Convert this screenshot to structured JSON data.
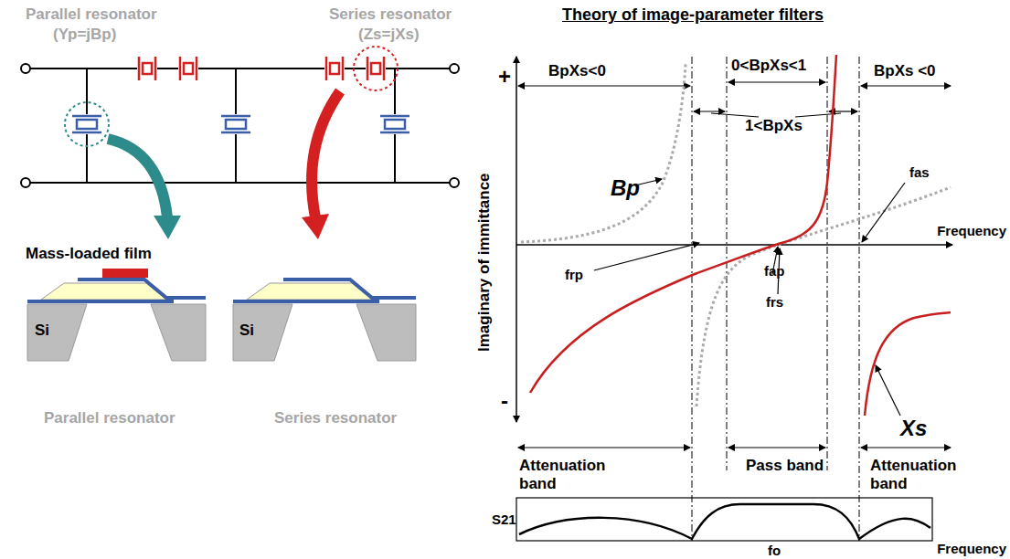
{
  "diagram": {
    "title": "Theory of image-parameter filters",
    "labels": [
      "Parallel resonator",
      "(Yp=jBp)",
      "Series resonator",
      "(Zs=jXs)",
      "Mass-loaded film",
      "Si",
      "Si",
      "Parallel resonator",
      "Series resonator",
      "+",
      "Imaginary of immittance",
      "BpXs<0",
      "0<BpXs<1",
      "BpXs <0",
      "1<BpXs",
      "Bp",
      "fap",
      "fas",
      "Frequency",
      "frp",
      "frs",
      "Xs",
      "-",
      "Attenuation band",
      "Pass band",
      "Attenuation band",
      "S21",
      "fo",
      "Frequency"
    ]
  }
}
